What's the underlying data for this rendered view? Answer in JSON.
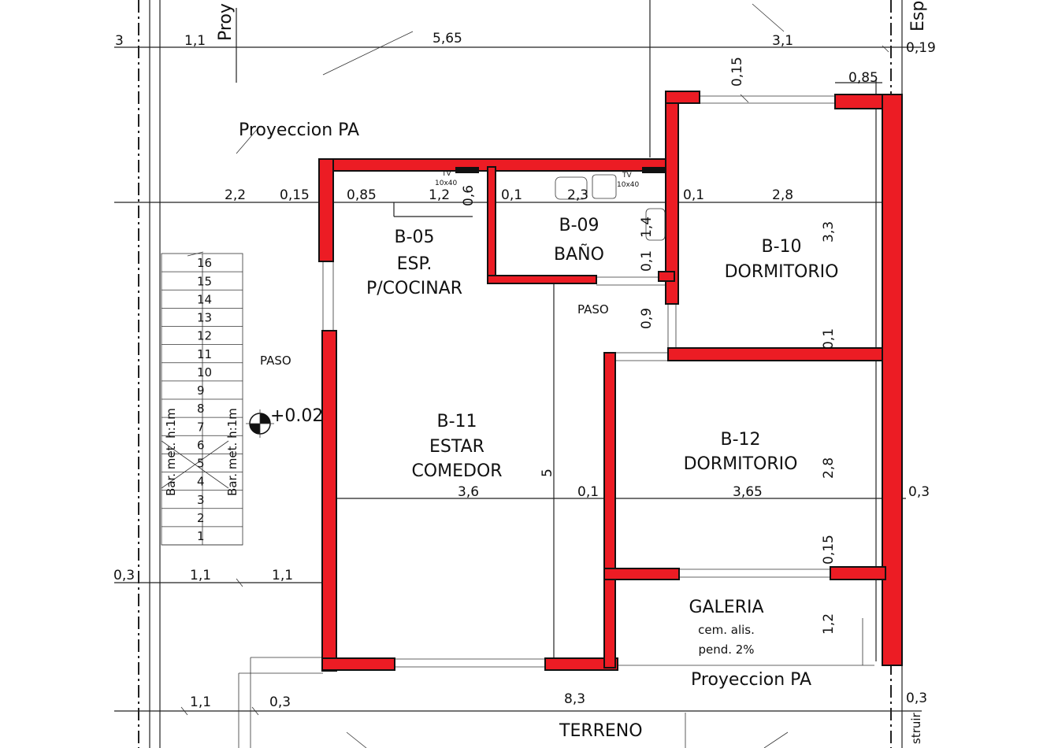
{
  "labels": {
    "proy_top": "Proy",
    "esp_top": "Esp",
    "proyeccion_pa_top": "Proyeccion PA",
    "proyeccion_pa_bottom": "Proyeccion PA",
    "terreno": "TERRENO",
    "struir": "struir",
    "paso_left": "PASO",
    "paso_mid": "PASO",
    "level_mark": "+0.02",
    "baranda_left": "Bar. met. h:1m",
    "baranda_right": "Bar. met. h:1m",
    "tv_left": "TV",
    "tv_left_size": "10x40",
    "tv_right": "TV",
    "tv_right_size": "10x40"
  },
  "rooms": {
    "b05": {
      "code": "B-05",
      "name": "ESP.",
      "name2": "P/COCINAR"
    },
    "b09": {
      "code": "B-09",
      "name": "BAÑO"
    },
    "b10": {
      "code": "B-10",
      "name": "DORMITORIO"
    },
    "b11": {
      "code": "B-11",
      "name": "ESTAR",
      "name2": "COMEDOR"
    },
    "b12": {
      "code": "B-12",
      "name": "DORMITORIO"
    },
    "galeria": {
      "name": "GALERIA",
      "note1": "cem. alis.",
      "note2": "pend. 2%"
    }
  },
  "dims": {
    "top_3": "3",
    "top_1_1": "1,1",
    "top_5_65": "5,65",
    "top_3_1": "3,1",
    "top_0_19": "0,19",
    "top_0_15": "0,15",
    "top_0_85": "0,85",
    "r2_2_2": "2,2",
    "r2_0_15": "0,15",
    "r2_0_85": "0,85",
    "r2_1_2": "1,2",
    "r2_0_6": "0,6",
    "r2_0_1a": "0,1",
    "r2_2_3": "2,3",
    "r2_0_1b": "0,1",
    "r2_2_8": "2,8",
    "v_1_4": "1,4",
    "v_0_1a": "0,1",
    "v_0_9": "0,9",
    "v_3_3": "3,3",
    "v_0_1b": "0,1",
    "v_5": "5",
    "v_2_8": "2,8",
    "v_0_15": "0,15",
    "v_1_2": "1,2",
    "mid_3_6": "3,6",
    "mid_0_1": "0,1",
    "mid_3_65": "3,65",
    "mid_0_3": "0,3",
    "low_0_3": "0,3",
    "low_1_1a": "1,1",
    "low_1_1b": "1,1",
    "bot_1_1": "1,1",
    "bot_0_3": "0,3",
    "bot_8_3": "8,3",
    "bot_0_3r": "0,3"
  },
  "stairs": {
    "steps": [
      "16",
      "15",
      "14",
      "13",
      "12",
      "11",
      "10",
      "9",
      "8",
      "7",
      "6",
      "5",
      "4",
      "3",
      "2",
      "1"
    ]
  },
  "colors": {
    "wall": "#ec1c24",
    "line": "#222222",
    "background": "#ffffff"
  }
}
